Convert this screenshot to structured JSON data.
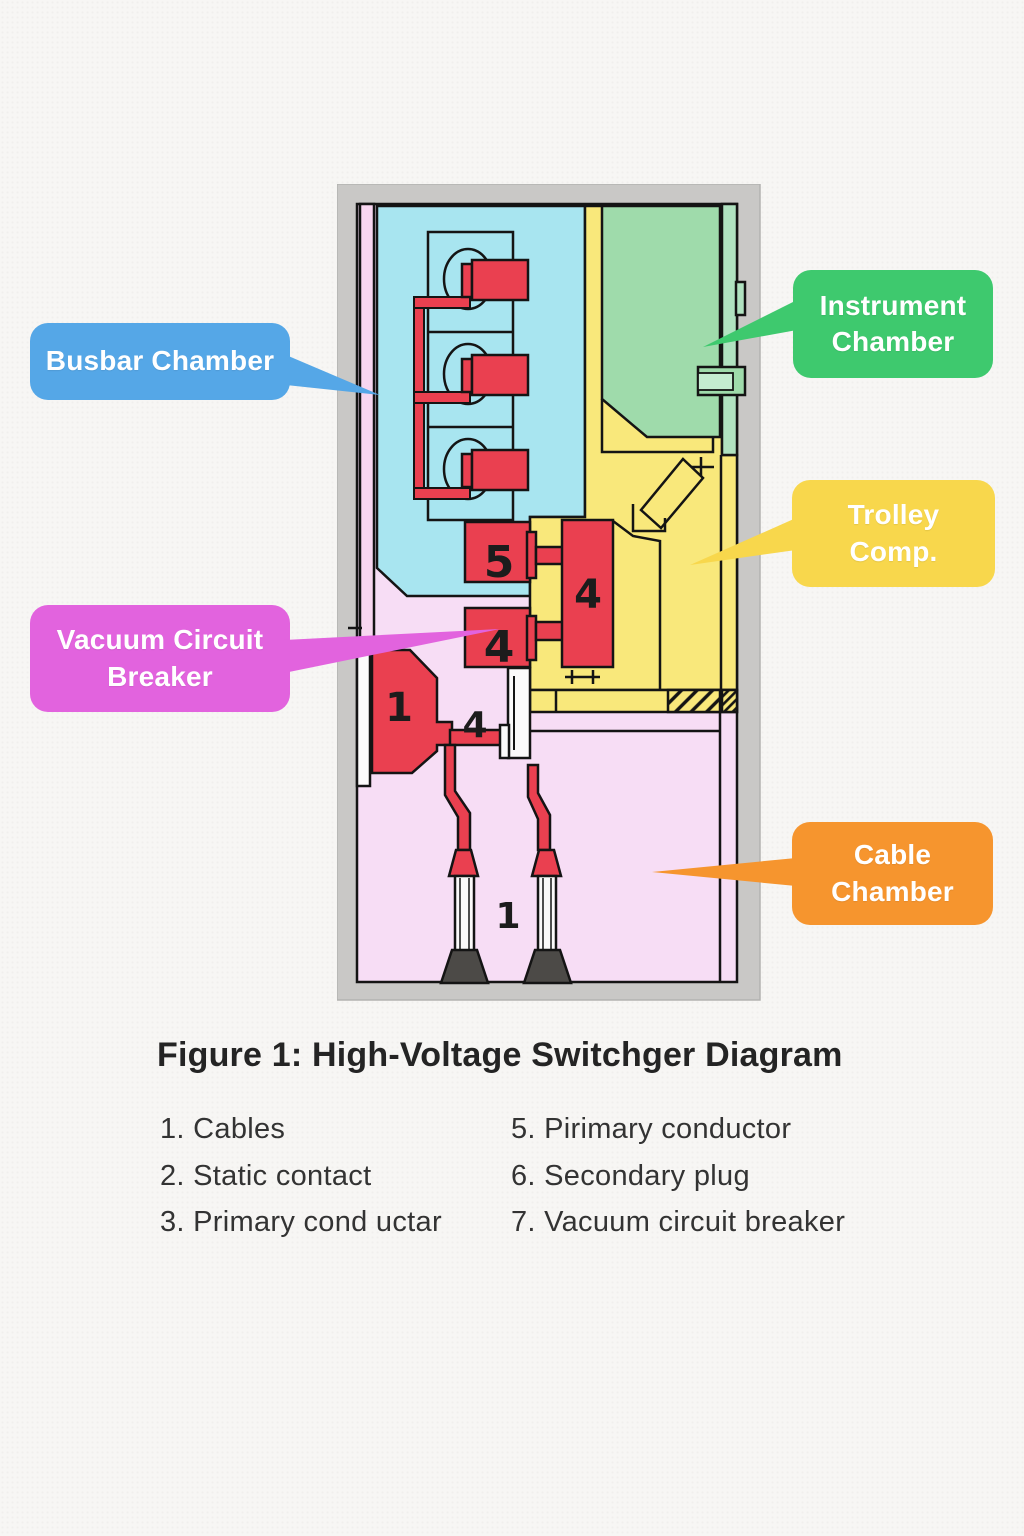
{
  "figure": {
    "caption": "Figure 1: High-Voltage Switchger Diagram"
  },
  "callouts": {
    "busbar": {
      "label": "Busbar Chamber",
      "color": "#55a7e7"
    },
    "instrument": {
      "label": "Instrument Chamber",
      "color": "#3ec96e"
    },
    "trolley": {
      "label": "Trolley Comp.",
      "color": "#f8d74c"
    },
    "vcb": {
      "label": "Vacuum Circuit Breaker",
      "color": "#e263de"
    },
    "cable": {
      "label": "Cable Chamber",
      "color": "#f6952e"
    }
  },
  "diagram_labels": {
    "primary_conductor": "5",
    "breaker_left": "4",
    "breaker_right": "4",
    "busbar_link": "4",
    "insulator": "1",
    "cables": "1"
  },
  "legend": {
    "column1": [
      "1. Cables",
      "2. Static contact",
      "3. Primary cond uctar"
    ],
    "column2": [
      "5. Pirimary conductor",
      "6. Secondary plug",
      "7. Vacuum circuit breaker"
    ]
  },
  "palette": {
    "cabinet_frame": "#c9c8c6",
    "busbar_chamber_fill": "#a8e5f0",
    "instrument_chamber_fill": "#9fdbab",
    "instrument_door_fill": "#b0e2c0",
    "trolley_compartment_fill": "#f9e87b",
    "cable_chamber_fill": "#f7ddf5",
    "left_wall_fill": "#f8d6f0",
    "component_red": "#ea4050",
    "cable_foot_dark": "#4c4a47",
    "outline_black": "#141414"
  }
}
